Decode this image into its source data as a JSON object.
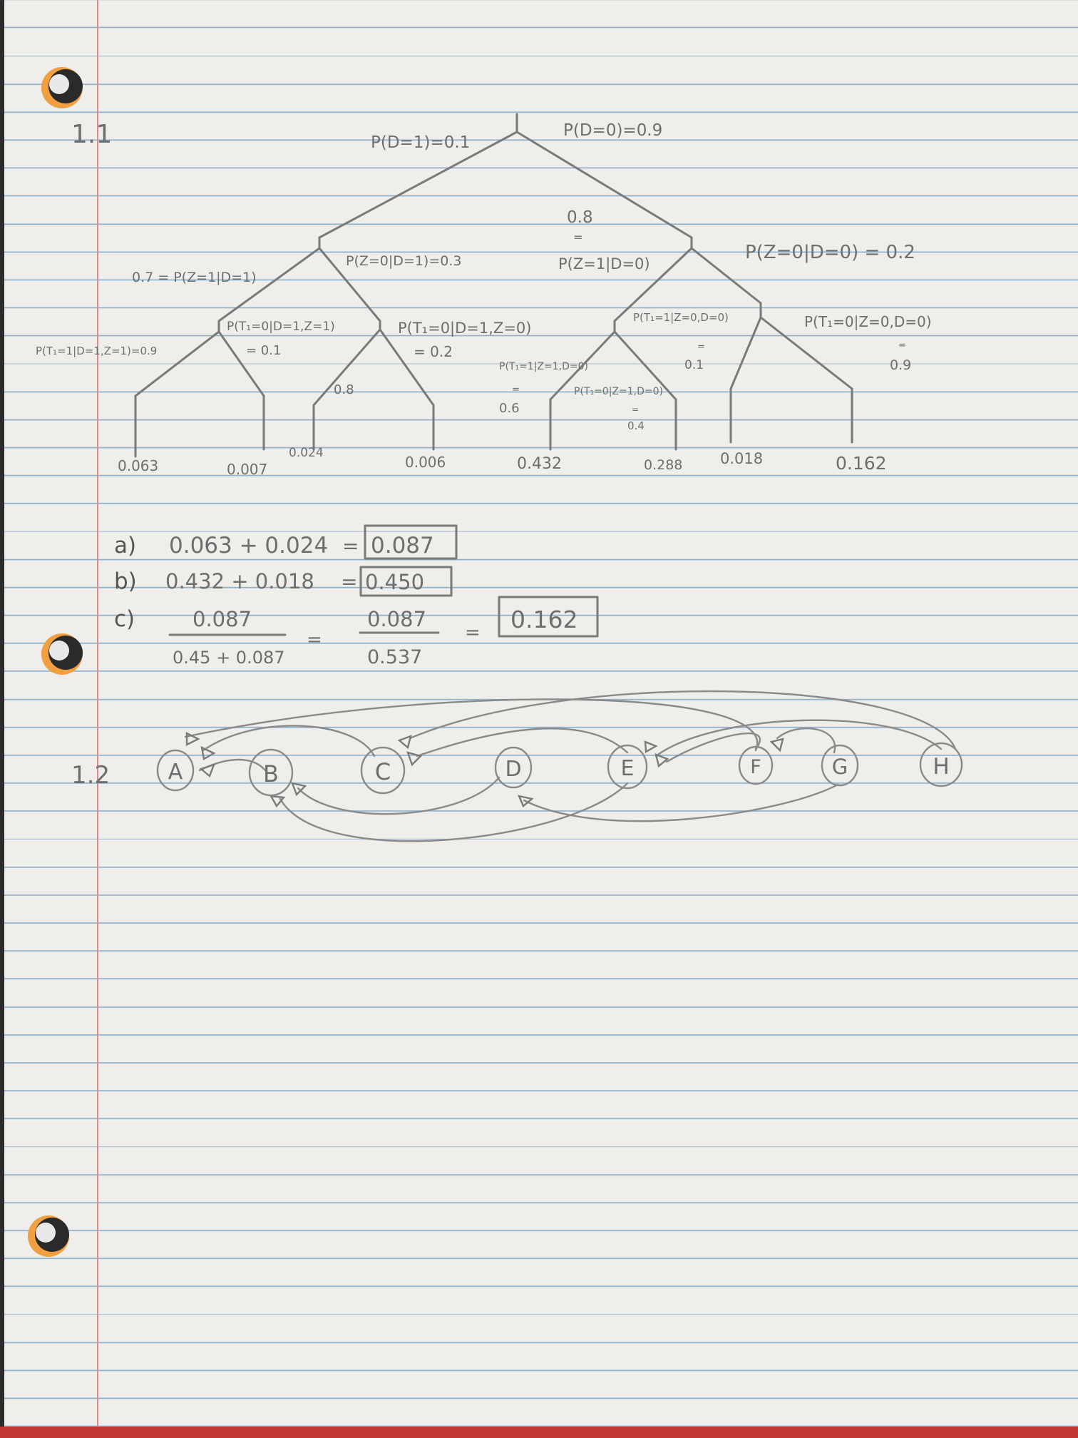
{
  "section_1_1": {
    "label": "1.1",
    "tree": {
      "root_left": "P(D=1)=0.1",
      "root_right": "P(D=0)=0.9",
      "z_left_branch": "0.7 = P(Z=1|D=1)",
      "z_mid_branch": "P(Z=0|D=1)=0.3",
      "z_right_top": "0.8",
      "z_right_eq": "=",
      "z_right_expr": "P(Z=1|D=0)",
      "z_far_right": "P(Z=0|D=0) = 0.2",
      "t1": "P(T₁=1|D=1,Z=1)=0.9",
      "t2_expr": "P(T₁=0|D=1,Z=1)",
      "t2_val": "= 0.1",
      "t3": "0.8",
      "t4_expr": "P(T₁=0|D=1,Z=0)",
      "t4_val": "= 0.2",
      "t5_expr": "P(T₁=1|Z=1,D=0)",
      "t5_eq": "=",
      "t5_val": "0.6",
      "t6_expr": "P(T₁=0|Z=1,D=0)",
      "t6_eq": "=",
      "t6_val": "0.4",
      "t7_expr": "P(T₁=1|Z=0,D=0)",
      "t7_eq": "=",
      "t7_val": "0.1",
      "t8_expr": "P(T₁=0|Z=0,D=0)",
      "t8_eq": "=",
      "t8_val": "0.9",
      "leaves": [
        "0.063",
        "0.007",
        "0.024",
        "0.006",
        "0.432",
        "0.288",
        "0.018",
        "0.162"
      ]
    },
    "answers": {
      "a_label": "a)",
      "a_expr": "0.063 + 0.024",
      "a_eq": "=",
      "a_result": "0.087",
      "b_label": "b)",
      "b_expr": "0.432 + 0.018",
      "b_eq": "=",
      "b_result": "0.450",
      "c_label": "c)",
      "c_num1": "0.087",
      "c_den1": "0.45 + 0.087",
      "c_eq1": "=",
      "c_num2": "0.087",
      "c_den2": "0.537",
      "c_eq2": "=",
      "c_result": "0.162"
    }
  },
  "section_1_2": {
    "label": "1.2",
    "nodes": [
      "A",
      "B",
      "C",
      "D",
      "E",
      "F",
      "G",
      "H"
    ]
  },
  "colors": {
    "paper": "#efeeea",
    "rule_line": "#8fb1c9",
    "margin_line": "#d98b8b",
    "pencil": "#6e6e6e",
    "bottom_strip": "#c23636"
  }
}
